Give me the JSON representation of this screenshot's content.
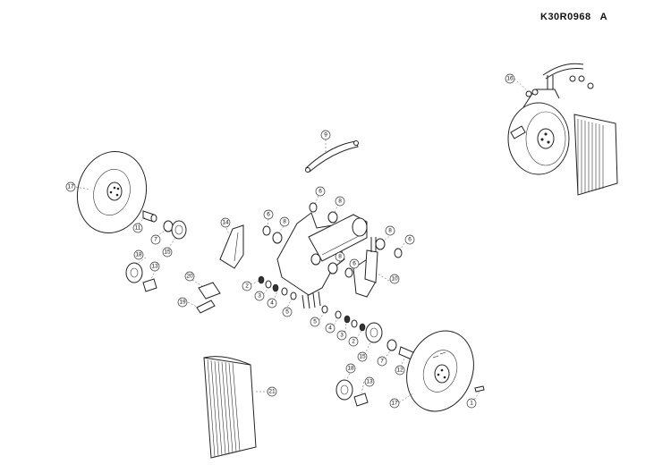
{
  "drawing": {
    "code": "K30R0968",
    "revision": "A"
  },
  "callouts": [
    {
      "n": "16"
    },
    {
      "n": "9"
    },
    {
      "n": "17"
    },
    {
      "n": "6"
    },
    {
      "n": "8"
    },
    {
      "n": "14"
    },
    {
      "n": "6"
    },
    {
      "n": "8"
    },
    {
      "n": "11"
    },
    {
      "n": "7"
    },
    {
      "n": "15"
    },
    {
      "n": "8"
    },
    {
      "n": "6"
    },
    {
      "n": "18"
    },
    {
      "n": "13"
    },
    {
      "n": "8"
    },
    {
      "n": "6"
    },
    {
      "n": "20"
    },
    {
      "n": "10"
    },
    {
      "n": "2"
    },
    {
      "n": "3"
    },
    {
      "n": "4"
    },
    {
      "n": "5"
    },
    {
      "n": "19"
    },
    {
      "n": "5"
    },
    {
      "n": "4"
    },
    {
      "n": "3"
    },
    {
      "n": "2"
    },
    {
      "n": "15"
    },
    {
      "n": "7"
    },
    {
      "n": "12"
    },
    {
      "n": "18"
    },
    {
      "n": "13"
    },
    {
      "n": "21"
    },
    {
      "n": "17"
    },
    {
      "n": "1"
    }
  ]
}
